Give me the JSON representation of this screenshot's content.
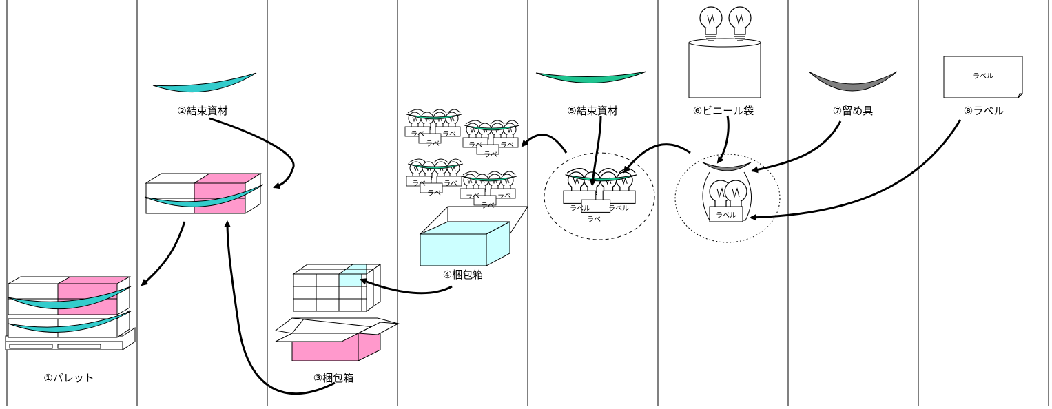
{
  "diagram": {
    "steps": [
      {
        "id": 1,
        "label": "①パレット"
      },
      {
        "id": 2,
        "label": "②結束資材"
      },
      {
        "id": 3,
        "label": "③梱包箱"
      },
      {
        "id": 4,
        "label": "④梱包箱"
      },
      {
        "id": 5,
        "label": "⑤結束資材"
      },
      {
        "id": 6,
        "label": "⑥ビニール袋"
      },
      {
        "id": 7,
        "label": "⑦留め具"
      },
      {
        "id": 8,
        "label": "⑧ラベル"
      }
    ],
    "tag_text": "ラベル",
    "tag_short": "ラベ",
    "colors": {
      "teal": "#33CCCC",
      "green": "#1FC490",
      "pink": "#FF99CC",
      "light_cyan": "#CCFFFF",
      "gray_clip": "#808080"
    }
  }
}
